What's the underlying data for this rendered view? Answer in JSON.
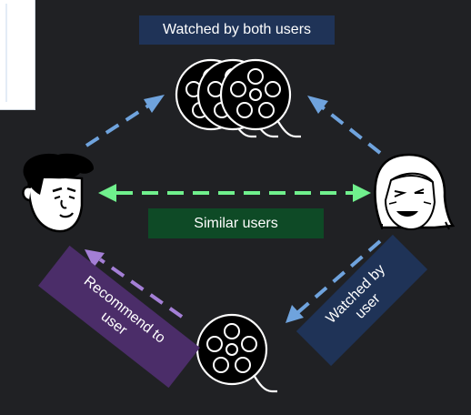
{
  "labels": {
    "watched_by_both": "Watched by both users",
    "similar_users": "Similar users",
    "recommend_to_user": "Recommend to user",
    "watched_by_user": "Watched by user"
  },
  "colors": {
    "background": "#202124",
    "navy_label": "#1f3357",
    "green_label": "#0e4a26",
    "purple_label": "#4b2d69",
    "blue_arrow": "#6fa3dd",
    "green_arrow": "#70f08d",
    "purple_arrow": "#a47fd6"
  }
}
